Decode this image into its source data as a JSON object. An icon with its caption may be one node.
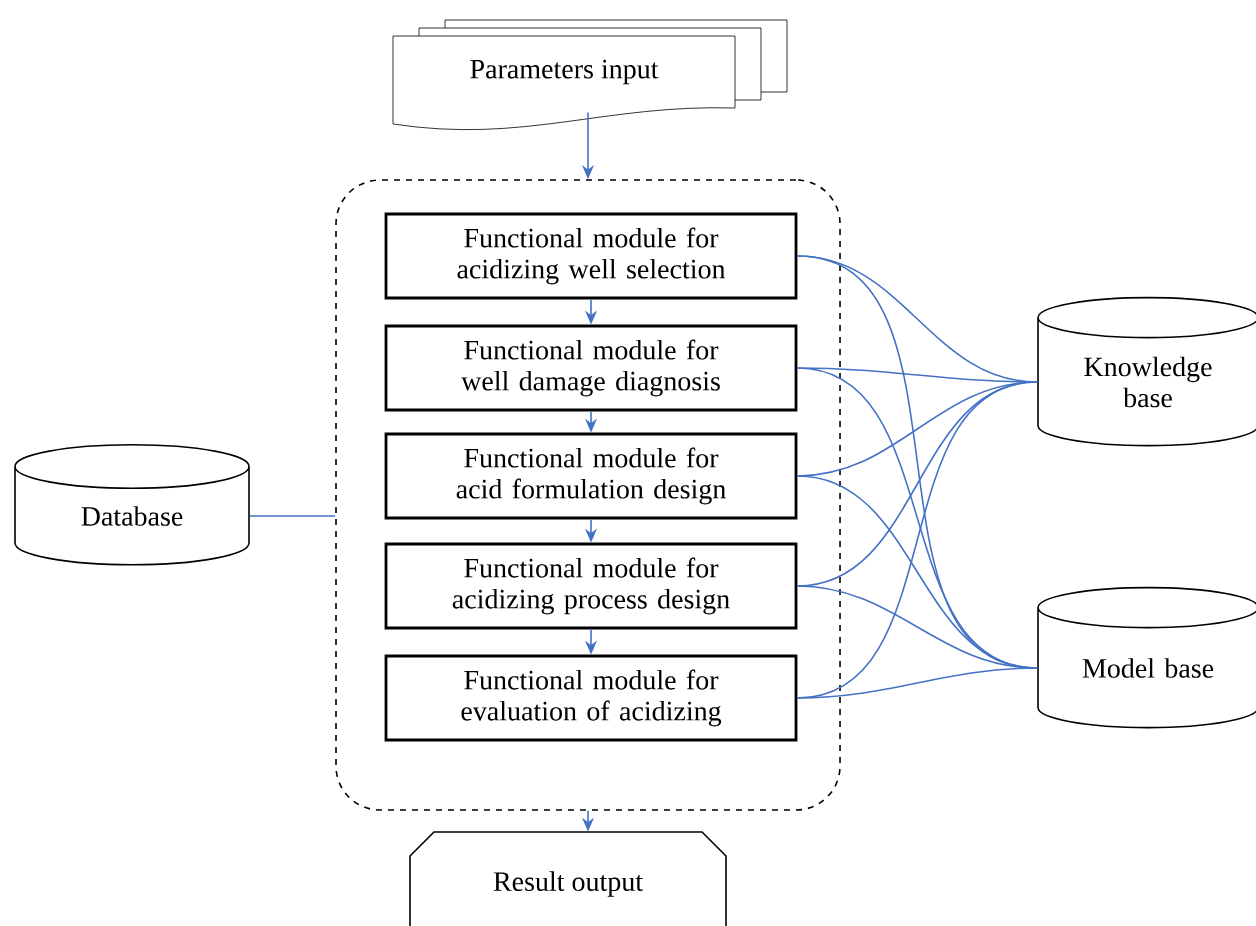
{
  "diagram": {
    "nodes": [
      {
        "text": [
          "Parameters input"
        ]
      },
      {
        "text": [],
        "shape": "box"
      },
      {
        "text": [
          "Functional module for acidizing well selection"
        ],
        "in": 1
      },
      {
        "text": [
          "Functional module for well damage diagnosis"
        ],
        "in": 1
      },
      {
        "text": [
          "Functional module for acid formulation design"
        ],
        "in": 1
      },
      {
        "text": [
          "Functional module for acidizing process design"
        ],
        "in": 1
      },
      {
        "text": [
          "Functional module for evaluation of acidizing"
        ],
        "in": 1
      },
      {
        "text": [
          "Database"
        ]
      },
      {
        "text": [
          "Knowledge base"
        ]
      },
      {
        "text": [
          "Model base"
        ]
      },
      {
        "text": [
          "Result output"
        ]
      }
    ],
    "edges": [
      {
        "from": 0,
        "to": 1,
        "arrow": "to"
      },
      {
        "from": 2,
        "to": 3,
        "arrow": "to"
      },
      {
        "from": 3,
        "to": 4,
        "arrow": "to"
      },
      {
        "from": 4,
        "to": 5,
        "arrow": "to"
      },
      {
        "from": 5,
        "to": 6,
        "arrow": "to"
      },
      {
        "from": 7,
        "to": 1,
        "arrow": "none"
      },
      {
        "from": 2,
        "to": 8,
        "arrow": "none"
      },
      {
        "from": 2,
        "to": 9,
        "arrow": "none"
      },
      {
        "from": 3,
        "to": 8,
        "arrow": "none"
      },
      {
        "from": 3,
        "to": 9,
        "arrow": "none"
      },
      {
        "from": 4,
        "to": 8,
        "arrow": "none"
      },
      {
        "from": 4,
        "to": 9,
        "arrow": "none"
      },
      {
        "from": 5,
        "to": 8,
        "arrow": "none"
      },
      {
        "from": 5,
        "to": 9,
        "arrow": "none"
      },
      {
        "from": 6,
        "to": 8,
        "arrow": "none"
      },
      {
        "from": 6,
        "to": 9,
        "arrow": "none"
      },
      {
        "from": 1,
        "to": 10,
        "arrow": "to"
      }
    ]
  }
}
